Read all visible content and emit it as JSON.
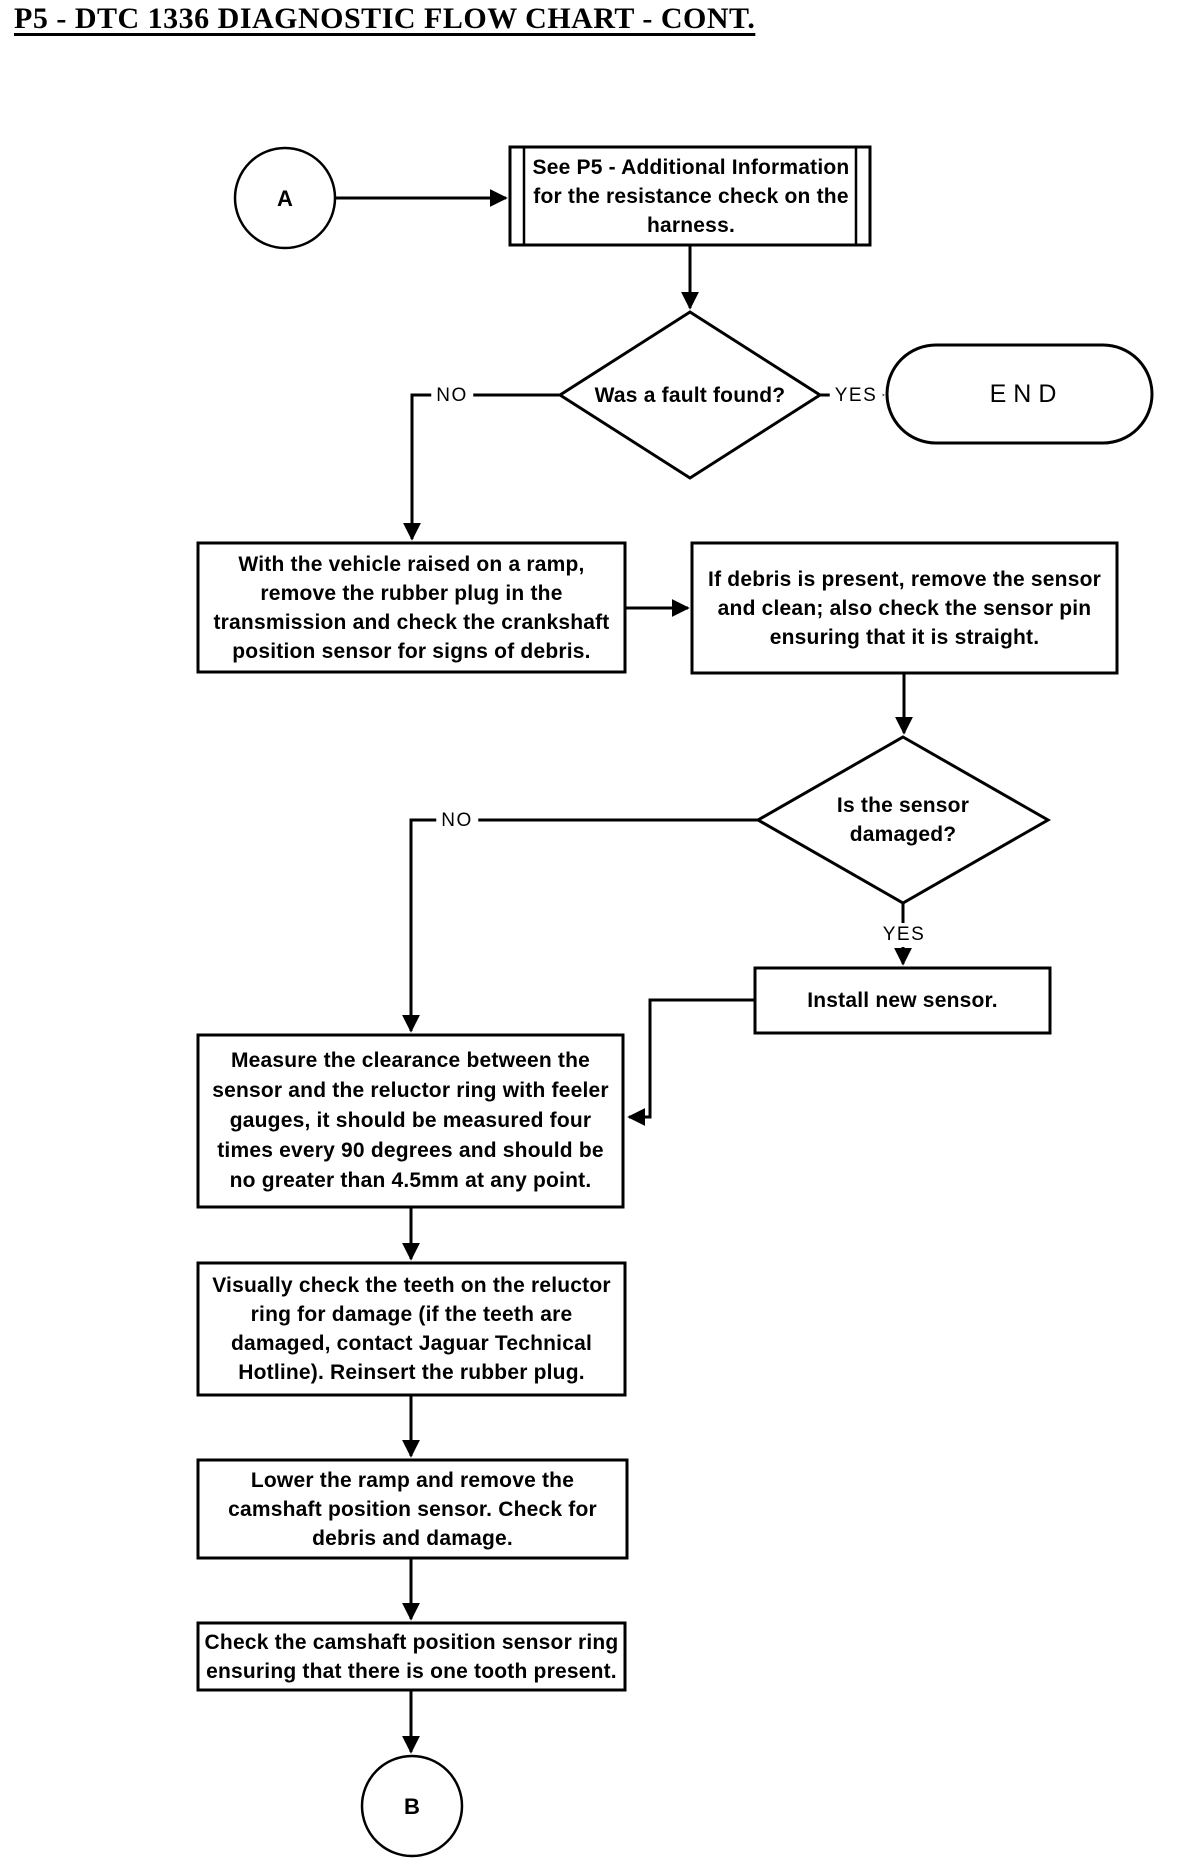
{
  "title": "P5 - DTC 1336 DIAGNOSTIC FLOW CHART - CONT.",
  "nodes": {
    "connector_a": {
      "label": "A"
    },
    "see_p5_info": {
      "lines": [
        "See P5 - Additional Information",
        "for the resistance check on the",
        "harness."
      ]
    },
    "was_fault_found": {
      "question": "Was a fault found?"
    },
    "end_terminator": {
      "label": "END"
    },
    "raised_on_ramp": {
      "lines": [
        "With the vehicle raised on a ramp,",
        "remove the rubber plug in the",
        "transmission and check the crankshaft",
        "position sensor for signs of debris."
      ]
    },
    "debris_present": {
      "lines": [
        "If debris is present, remove the sensor",
        "and clean; also check the sensor pin",
        "ensuring that it is straight."
      ]
    },
    "is_sensor_damaged": {
      "lines": [
        "Is the sensor",
        "damaged?"
      ]
    },
    "install_new_sensor": {
      "text": "Install new sensor."
    },
    "measure_clearance": {
      "lines": [
        "Measure the clearance between the",
        "sensor and the reluctor ring with feeler",
        "gauges, it should be measured four",
        "times  every 90 degrees and should be",
        "no greater than 4.5mm at any point."
      ]
    },
    "visually_check_teeth": {
      "lines": [
        "Visually check the teeth on the reluctor",
        "ring for damage (if the teeth are",
        "damaged, contact Jaguar Technical",
        "Hotline). Reinsert the rubber plug."
      ]
    },
    "lower_ramp": {
      "lines": [
        "Lower the ramp and remove the",
        "camshaft position sensor. Check for",
        "debris and damage."
      ]
    },
    "check_sensor_ring": {
      "lines": [
        "Check the camshaft position sensor ring",
        "ensuring that there is one tooth present."
      ]
    },
    "connector_b": {
      "label": "B"
    }
  },
  "edge_labels": {
    "fault_no": "NO",
    "fault_yes": "YES",
    "damaged_no": "NO",
    "damaged_yes": "YES"
  },
  "colors": {
    "ink": "#000000",
    "paper": "#ffffff"
  }
}
